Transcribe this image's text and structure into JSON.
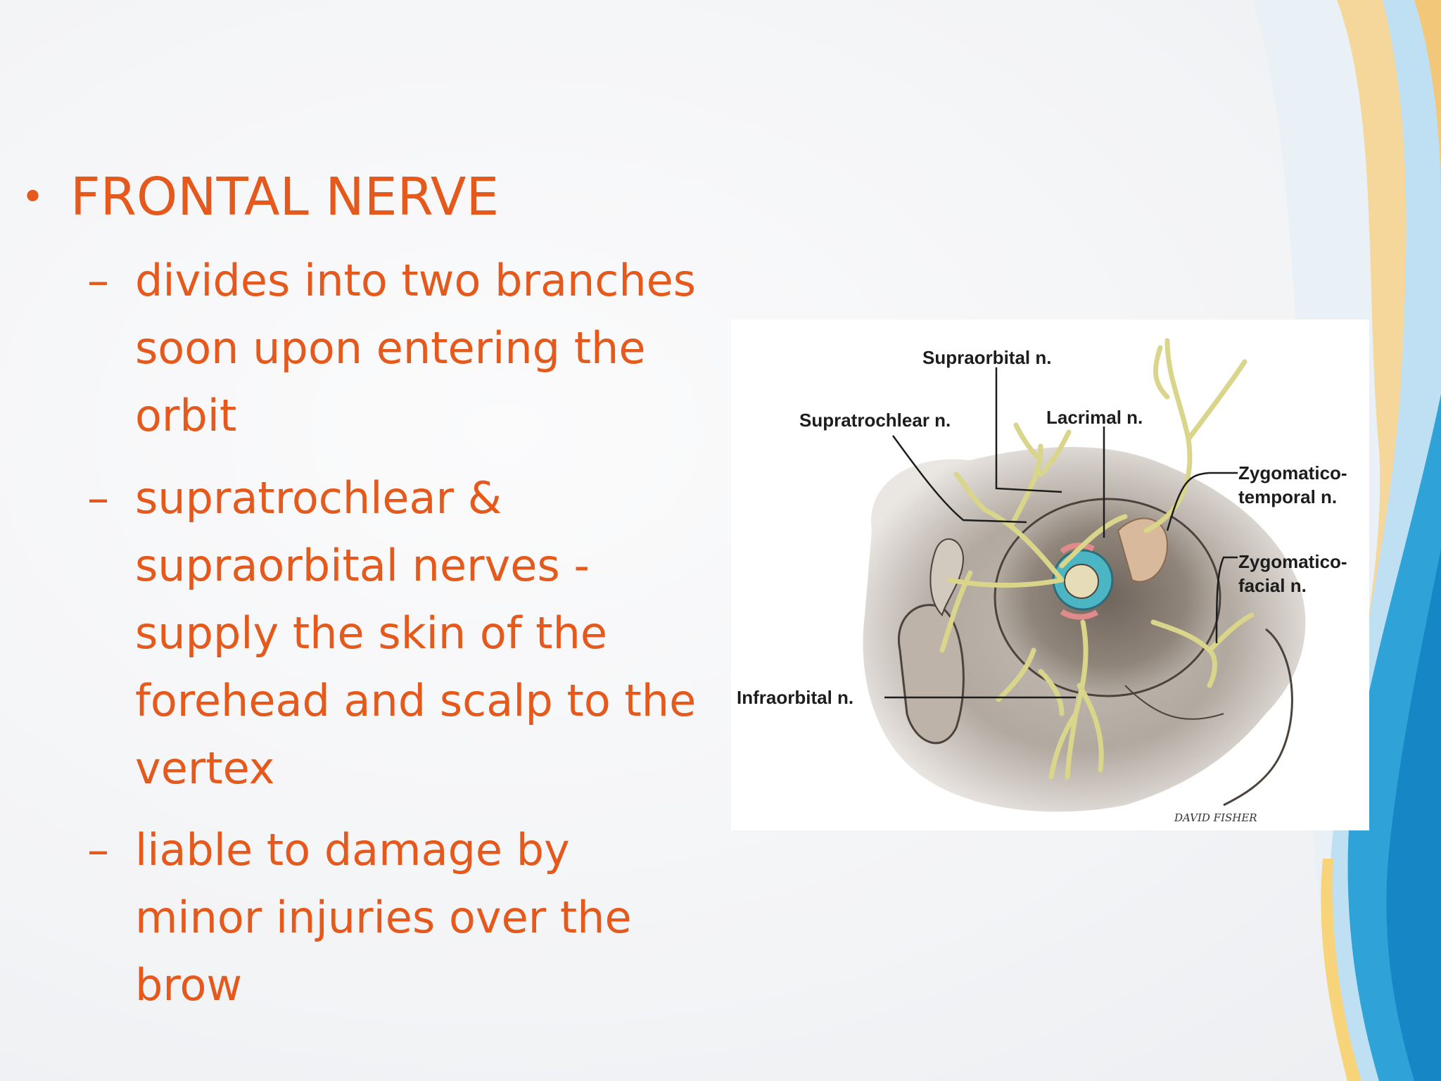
{
  "slide": {
    "heading": "FRONTAL NERVE",
    "points": [
      {
        "lines": [
          "divides into two branches",
          "soon upon entering the",
          "orbit"
        ]
      },
      {
        "lines": [
          "supratrochlear &",
          "supraorbital nerves -",
          "supply the skin of the",
          "forehead and scalp to the",
          "vertex"
        ]
      },
      {
        "lines": [
          "liable to damage by",
          "minor injuries over the",
          "brow"
        ]
      }
    ],
    "bullet_glyph": "•",
    "dash_glyph": "–",
    "text_color": "#e55a1c"
  },
  "figure": {
    "labels": {
      "supraorbital": "Supraorbital n.",
      "supratrochlear": "Supratrochlear n.",
      "lacrimal": "Lacrimal n.",
      "zygomaticotemporal_1": "Zygomatico-",
      "zygomaticotemporal_2": "temporal n.",
      "zygomaticofacial_1": "Zygomatico-",
      "zygomaticofacial_2": "facial n.",
      "infraorbital": "Infraorbital n.",
      "signature": "DAVID FISHER"
    }
  }
}
